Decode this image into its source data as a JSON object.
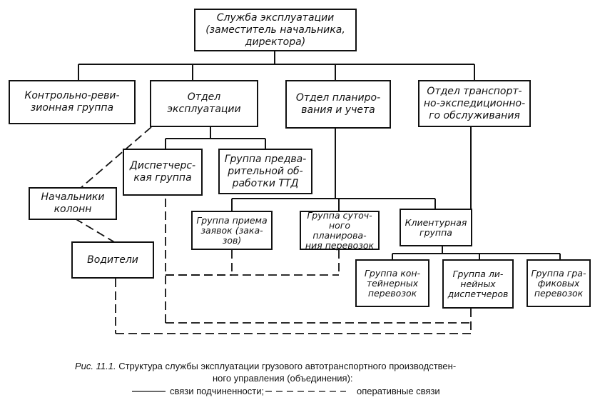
{
  "diagram": {
    "nodes": {
      "service": "Служба эксплуатации\n(заместитель начальника,\nдиректора)",
      "control_group": "Контрольно-реви-\nзионная группа",
      "operations_dept": "Отдел\nэксплуатации",
      "planning_dept": "Отдел планиро-\nвания и учета",
      "forwarding_dept": "Отдел транспорт-\nно-экспедиционно-\nго обслуживания",
      "dispatch_group": "Диспетчерс-\nкая группа",
      "ttd_group": "Группа предва-\nрительной об-\nработки ТТД",
      "column_heads": "Начальники\nколонн",
      "drivers": "Водители",
      "orders_group": "Группа приема\nзаявок (зака-\nзов)",
      "daily_planning_group": "Группа суточ-\nного планирова-\nния перевозок",
      "client_group": "Клиентурная\nгруппа",
      "container_group": "Группа кон-\nтейнерных\nперевозок",
      "linear_dispatch_group": "Группа ли-\nнейных\nдиспетчеров",
      "schedule_group": "Группа гра-\nфиковых\nперевозок"
    }
  },
  "caption": {
    "fig_label": "Рис. 11.1.",
    "line1": "Структура службы эксплуатации грузового автотранспортного производствен-",
    "line2": "ного управления (объединения):",
    "legend_solid": "связи подчиненности;",
    "legend_dashed": "оперативные связи"
  }
}
